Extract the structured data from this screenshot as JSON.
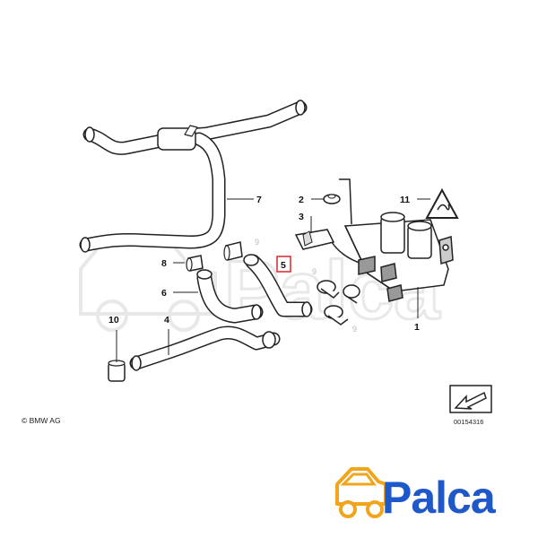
{
  "diagram": {
    "copyright": "© BMW AG",
    "part_code": "00154316",
    "callouts": {
      "c1": "1",
      "c2": "2",
      "c3": "3",
      "c4": "4",
      "c5": "5",
      "c6": "6",
      "c7": "7",
      "c8": "8",
      "c9a": "9",
      "c9b": "9",
      "c9c": "9",
      "c10": "10",
      "c11": "11"
    },
    "highlighted_callout": "5",
    "highlight_color": "#d9262c"
  },
  "brand": {
    "name": "Palca",
    "color": "#1f58c9",
    "icon": "car-icon",
    "icon_color": "#f2a51c",
    "watermark_text": "Palca",
    "watermark_color": "#e8e8e8"
  }
}
